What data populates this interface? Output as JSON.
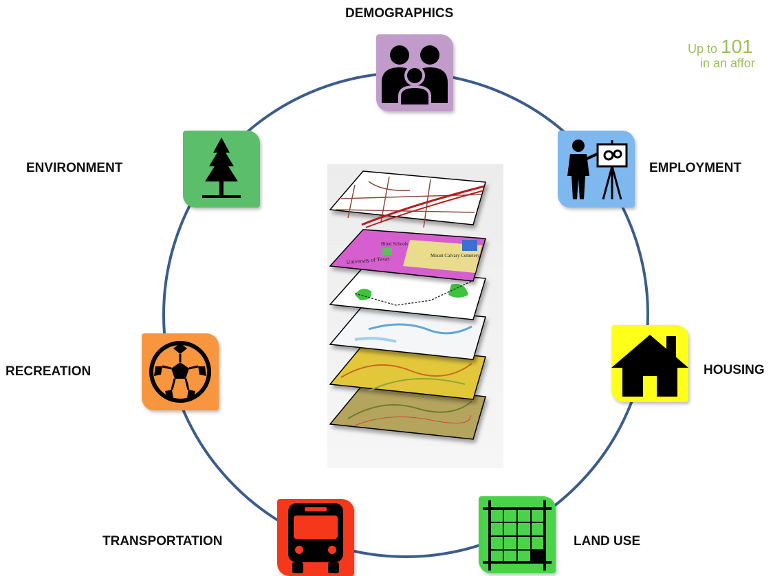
{
  "categories": [
    {
      "id": "demographics",
      "label": "DEMOGRAPHICS",
      "color": "#c19ccb",
      "icon": "family-icon"
    },
    {
      "id": "employment",
      "label": "EMPLOYMENT",
      "color": "#7fb8ee",
      "icon": "presenter-icon"
    },
    {
      "id": "housing",
      "label": "HOUSING",
      "color": "#ffff1a",
      "icon": "house-icon"
    },
    {
      "id": "land_use",
      "label": "LAND USE",
      "color": "#4ad24a",
      "icon": "grid-icon"
    },
    {
      "id": "transportation",
      "label": "TRANSPORTATION",
      "color": "#f5381c",
      "icon": "bus-icon"
    },
    {
      "id": "recreation",
      "label": "RECREATION",
      "color": "#f7963f",
      "icon": "soccer-ball-icon"
    },
    {
      "id": "environment",
      "label": "ENVIRONMENT",
      "color": "#5bbe6b",
      "icon": "tree-icon"
    }
  ],
  "note": {
    "prefix": "Up to ",
    "number": "101",
    "line2": "in an affor"
  },
  "map_layers": {
    "icon": "gis-map-layers-icon",
    "label_1": "University of Texas",
    "label_2": "Mount Calvary Cemetery",
    "label_3": "Blind Schools"
  },
  "colors": {
    "ring": "#3b5c8c",
    "note": "#9bbf55"
  }
}
